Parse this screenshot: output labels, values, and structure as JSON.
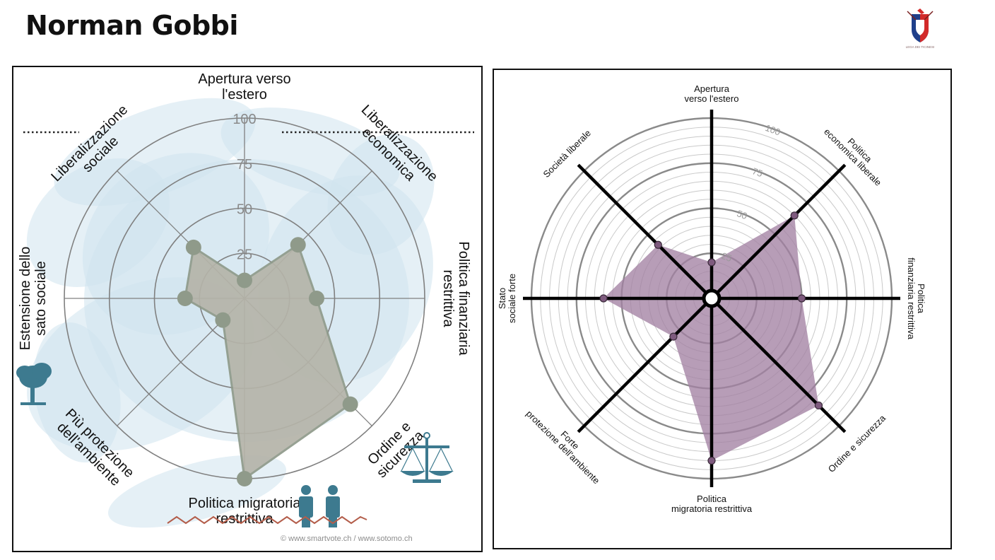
{
  "page": {
    "title": "Norman Gobbi"
  },
  "logo": {
    "icon": "party-emblem-icon",
    "caption": "LEGA DEI TICINESI",
    "colors": [
      "#1f3f8a",
      "#d22a2a",
      "#ffffff"
    ]
  },
  "chart_data": [
    {
      "type": "radar",
      "name": "smartspider-smartvote",
      "axes": [
        "Apertura verso l'estero",
        "Liberalizzazione economica",
        "Politica finanziaria restrittiva",
        "Ordine e sicurezza",
        "Politica migratoria restrittiva",
        "Più protezione dell'ambiente",
        "Estensione dello sato sociale",
        "Liberalizzazione sociale"
      ],
      "series": [
        {
          "values": [
            10,
            42,
            40,
            83,
            100,
            17,
            33,
            40
          ]
        }
      ],
      "rlim": [
        0,
        100
      ],
      "ticks": [
        25,
        50,
        75,
        100
      ],
      "credit": "© www.smartvote.ch / www.sotomo.ch",
      "colors": {
        "fill": "#b5b4a9",
        "stroke": "#8f9a8a",
        "grid": "#808080",
        "background": "#cfe4ee"
      }
    },
    {
      "type": "radar",
      "name": "smartspider-redrawn",
      "axes": [
        "Apertura verso l'estero",
        "Politica economica liberale",
        "Politica finanziaria restrittiva",
        "Ordine e sicurezza",
        "Politica migratoria restrittiva",
        "Forte protezione dell'ambiente",
        "Stato sociale forte",
        "Società liberale"
      ],
      "series": [
        {
          "values": [
            20,
            65,
            50,
            84,
            90,
            30,
            60,
            42
          ]
        }
      ],
      "rlim": [
        0,
        100
      ],
      "ticks": [
        25,
        50,
        75,
        100
      ],
      "colors": {
        "fill": "#a382a3",
        "marker": "#7e5a7e",
        "grid": "#8a8a8a",
        "spoke": "#000000"
      }
    }
  ]
}
